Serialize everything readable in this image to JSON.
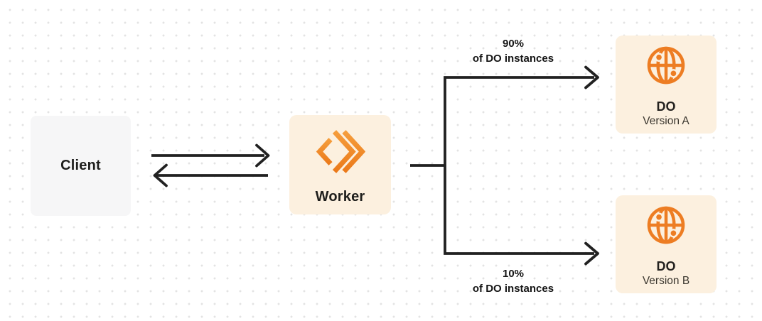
{
  "nodes": {
    "client": {
      "label": "Client"
    },
    "worker": {
      "label": "Worker"
    },
    "do_version_a": {
      "title": "DO",
      "subtitle": "Version A"
    },
    "do_version_b": {
      "title": "DO",
      "subtitle": "Version B"
    }
  },
  "split_labels": {
    "top": {
      "percent": "90%",
      "caption": "of DO instances"
    },
    "bottom": {
      "percent": "10%",
      "caption": "of DO instances"
    }
  },
  "icons": {
    "worker_logo": "workers-chevron-logo-icon",
    "durable_object": "globe-network-icon"
  },
  "colors": {
    "accent_orange": "#ED7D23",
    "accent_orange_light": "#F59D3C",
    "cream_box": "#FCF0DF",
    "gray_box": "#F6F6F7",
    "connector_line": "#212121",
    "text_dark": "#1D1D1B",
    "background_dot": "#E3E3E3"
  }
}
